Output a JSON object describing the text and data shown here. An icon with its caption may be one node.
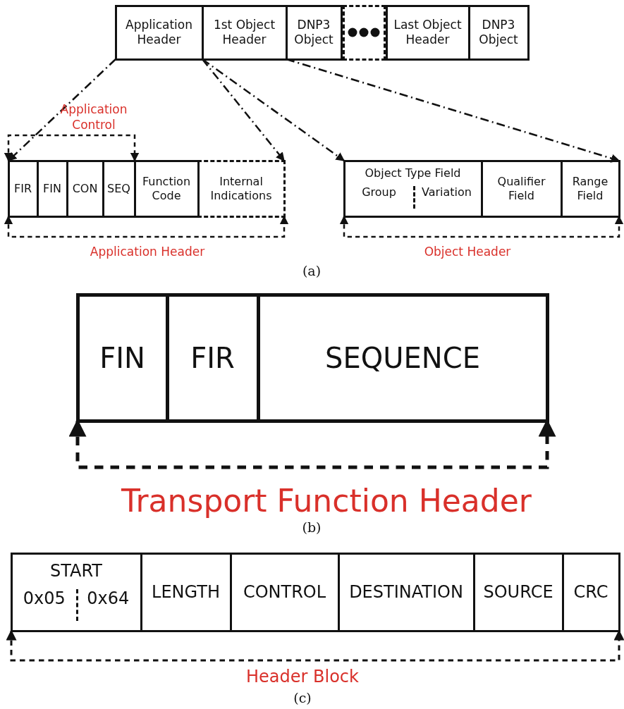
{
  "diagram": {
    "nodes": [
      {
        "text": [
          "Application Header"
        ]
      },
      {
        "text": [
          "1st Object Header"
        ]
      },
      {
        "text": [
          "DNP3 Object"
        ]
      },
      {
        "text": [],
        "shape": "box"
      },
      {
        "text": [
          "Last Object Header"
        ]
      },
      {
        "text": [
          "DNP3 Object"
        ]
      },
      {
        "text": [
          "FIR"
        ]
      },
      {
        "text": [
          "FIN"
        ]
      },
      {
        "text": [
          "CON"
        ]
      },
      {
        "text": [
          "SEQ"
        ]
      },
      {
        "text": [
          "Function Code"
        ]
      },
      {
        "text": [
          "Internal Indications"
        ]
      },
      {
        "text": [
          "Object Type Field",
          "Group",
          "Variation"
        ]
      },
      {
        "text": [
          "Qualifier Field"
        ]
      },
      {
        "text": [
          "Range Field"
        ]
      },
      {
        "text": [
          "FIN"
        ]
      },
      {
        "text": [
          "FIR"
        ]
      },
      {
        "text": [
          "SEQUENCE"
        ]
      },
      {
        "text": [
          "START",
          "0x05",
          "0x64"
        ]
      },
      {
        "text": [
          "LENGTH"
        ]
      },
      {
        "text": [
          "CONTROL"
        ]
      },
      {
        "text": [
          "DESTINATION"
        ]
      },
      {
        "text": [
          "SOURCE"
        ]
      },
      {
        "text": [
          "CRC"
        ]
      }
    ],
    "edges": [
      {
        "from": 0,
        "to": 6,
        "arrow": "to"
      },
      {
        "from": 0,
        "to": 11,
        "arrow": "to"
      },
      {
        "from": 1,
        "to": 12,
        "arrow": "to"
      },
      {
        "from": 1,
        "to": 14,
        "arrow": "to"
      },
      {
        "from": 6,
        "to": 9,
        "arrow": "both",
        "style": "dashed",
        "label": "Application Control"
      },
      {
        "from": 6,
        "to": 11,
        "arrow": "both",
        "style": "dashed",
        "label": "Application Header"
      },
      {
        "from": 12,
        "to": 14,
        "arrow": "both",
        "style": "dashed",
        "label": "Object Header"
      },
      {
        "from": 15,
        "to": 17,
        "arrow": "both",
        "style": "dashed",
        "label": "Transport Function Header"
      },
      {
        "from": 18,
        "to": 23,
        "arrow": "both",
        "style": "dashed",
        "label": "Header Block"
      }
    ],
    "labels": [
      "(a)",
      "(b)",
      "(c)"
    ]
  }
}
